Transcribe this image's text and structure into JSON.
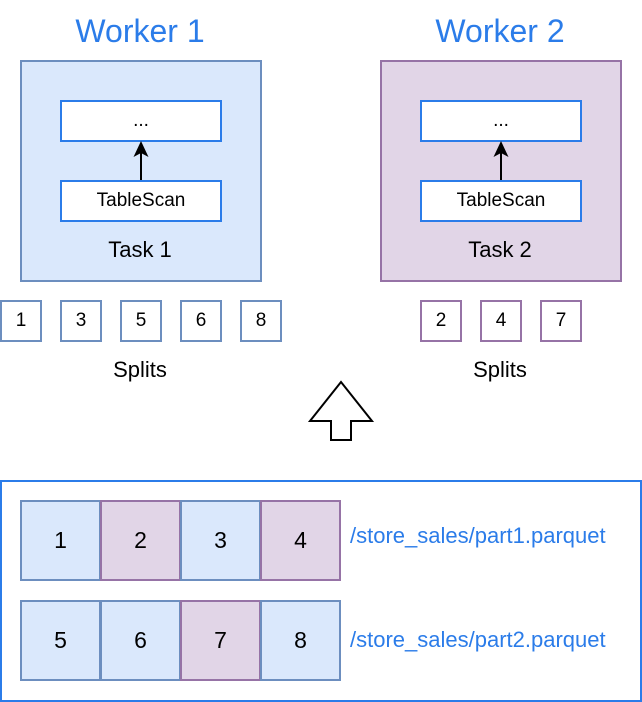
{
  "workers": [
    {
      "title": "Worker 1",
      "top_op": "...",
      "scan_op": "TableScan",
      "task_label": "Task 1",
      "splits": [
        "1",
        "3",
        "5",
        "6",
        "8"
      ],
      "splits_label": "Splits",
      "color": "#dae8fc"
    },
    {
      "title": "Worker 2",
      "top_op": "...",
      "scan_op": "TableScan",
      "task_label": "Task 2",
      "splits": [
        "2",
        "4",
        "7"
      ],
      "splits_label": "Splits",
      "color": "#e1d5e7"
    }
  ],
  "files": [
    {
      "path": "/store_sales/part1.parquet",
      "cells": [
        {
          "label": "1",
          "worker": 1
        },
        {
          "label": "2",
          "worker": 2
        },
        {
          "label": "3",
          "worker": 1
        },
        {
          "label": "4",
          "worker": 2
        }
      ]
    },
    {
      "path": "/store_sales/part2.parquet",
      "cells": [
        {
          "label": "5",
          "worker": 1
        },
        {
          "label": "6",
          "worker": 1
        },
        {
          "label": "7",
          "worker": 2
        },
        {
          "label": "8",
          "worker": 1
        }
      ]
    }
  ],
  "colors": {
    "accent": "#2b7ce9",
    "worker1_fill": "#dae8fc",
    "worker1_stroke": "#6c8ebf",
    "worker2_fill": "#e1d5e7",
    "worker2_stroke": "#9673a6"
  }
}
